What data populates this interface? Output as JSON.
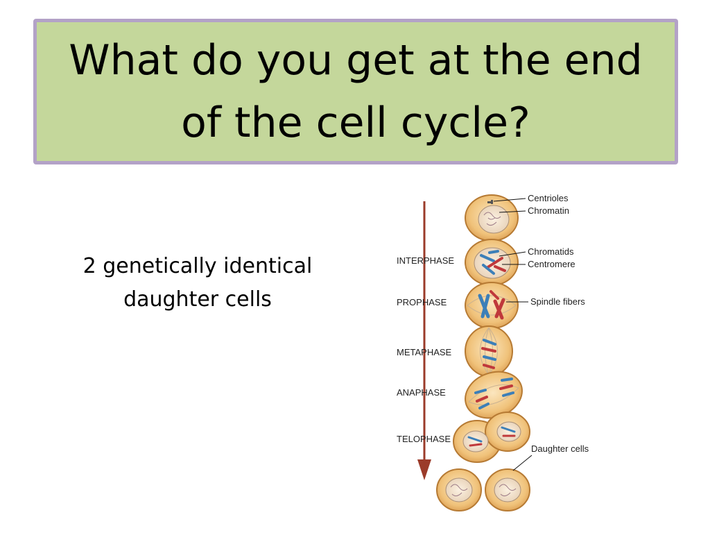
{
  "slide": {
    "title": "What do you get at the end of the cell cycle?",
    "body": "2 genetically identical daughter cells"
  },
  "diagram": {
    "phases": [
      "INTERPHASE",
      "PROPHASE",
      "METAPHASE",
      "ANAPHASE",
      "TELOPHASE"
    ],
    "callouts": {
      "centrioles": "Centrioles",
      "chromatin": "Chromatin",
      "chromatids": "Chromatids",
      "centromere": "Centromere",
      "spindle": "Spindle fibers",
      "daughter": "Daughter cells"
    }
  },
  "colors": {
    "title_bg": "#c4d79b",
    "title_border": "#b3a2c7",
    "arrow": "#9b3b2a",
    "cell_fill": "#f0c27a",
    "cell_outline": "#b67a33",
    "chromosome_blue": "#3c7fb8",
    "chromosome_red": "#c0393b"
  }
}
